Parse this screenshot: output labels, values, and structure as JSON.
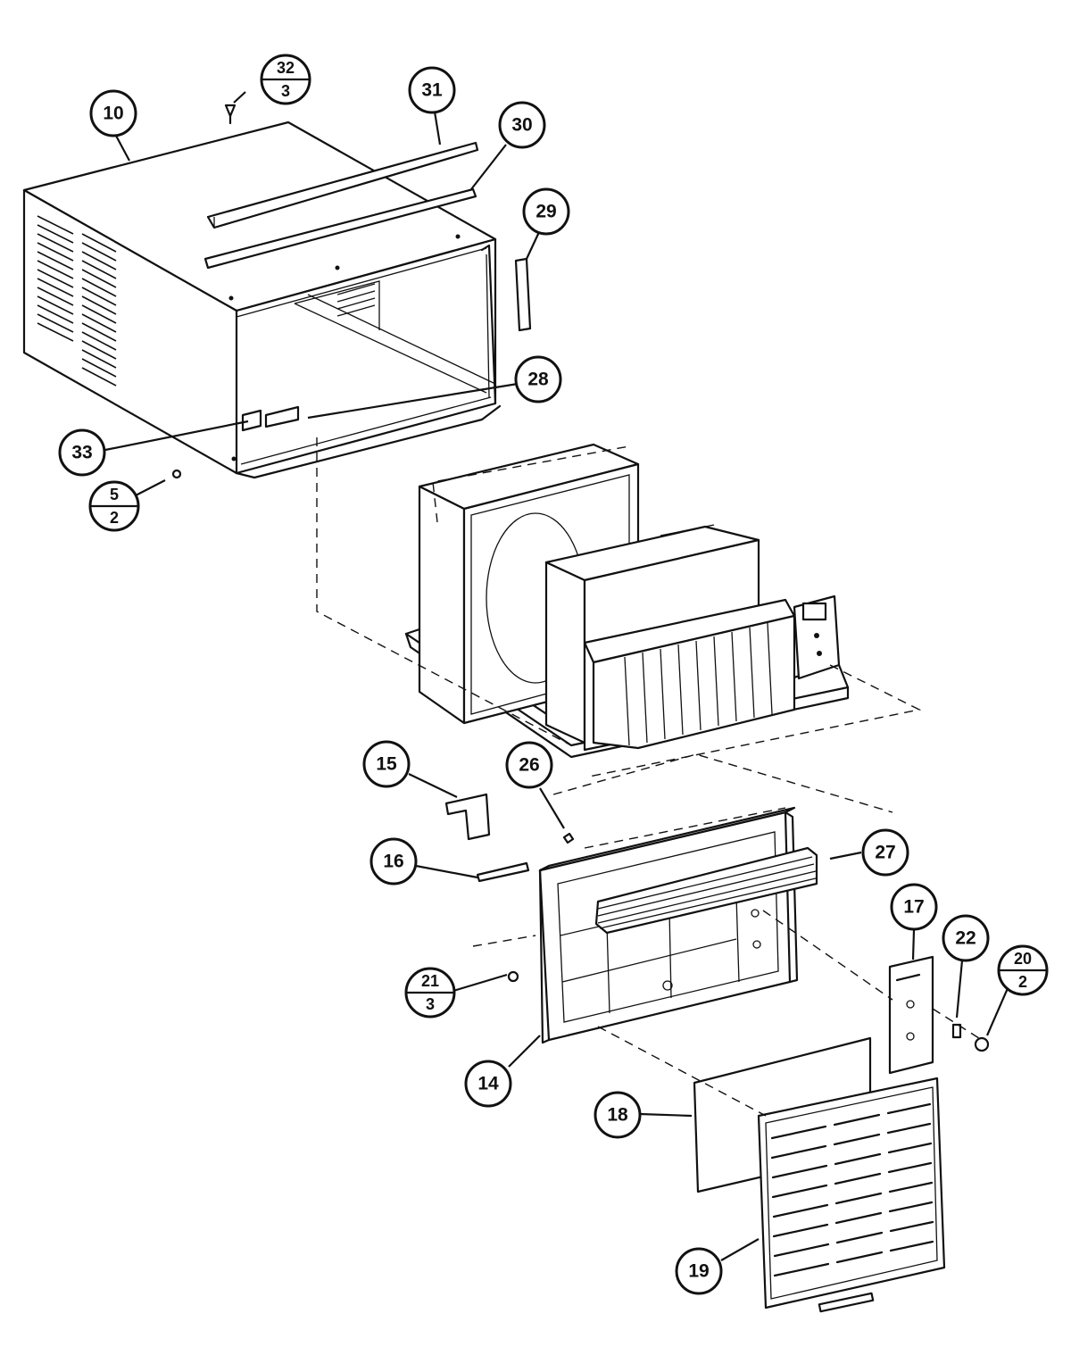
{
  "callouts": [
    {
      "id": "10",
      "label": "10"
    },
    {
      "id": "31",
      "label": "31"
    },
    {
      "id": "30",
      "label": "30"
    },
    {
      "id": "29",
      "label": "29"
    },
    {
      "id": "28",
      "label": "28"
    },
    {
      "id": "33",
      "label": "33"
    },
    {
      "id": "15",
      "label": "15"
    },
    {
      "id": "26",
      "label": "26"
    },
    {
      "id": "16",
      "label": "16"
    },
    {
      "id": "27",
      "label": "27"
    },
    {
      "id": "17",
      "label": "17"
    },
    {
      "id": "22",
      "label": "22"
    },
    {
      "id": "14",
      "label": "14"
    },
    {
      "id": "18",
      "label": "18"
    },
    {
      "id": "19",
      "label": "19"
    }
  ],
  "fraction_callouts": [
    {
      "id": "32-3",
      "top": "32",
      "bottom": "3"
    },
    {
      "id": "5-2",
      "top": "5",
      "bottom": "2"
    },
    {
      "id": "21-3",
      "top": "21",
      "bottom": "3"
    },
    {
      "id": "20-2",
      "top": "20",
      "bottom": "2"
    }
  ]
}
